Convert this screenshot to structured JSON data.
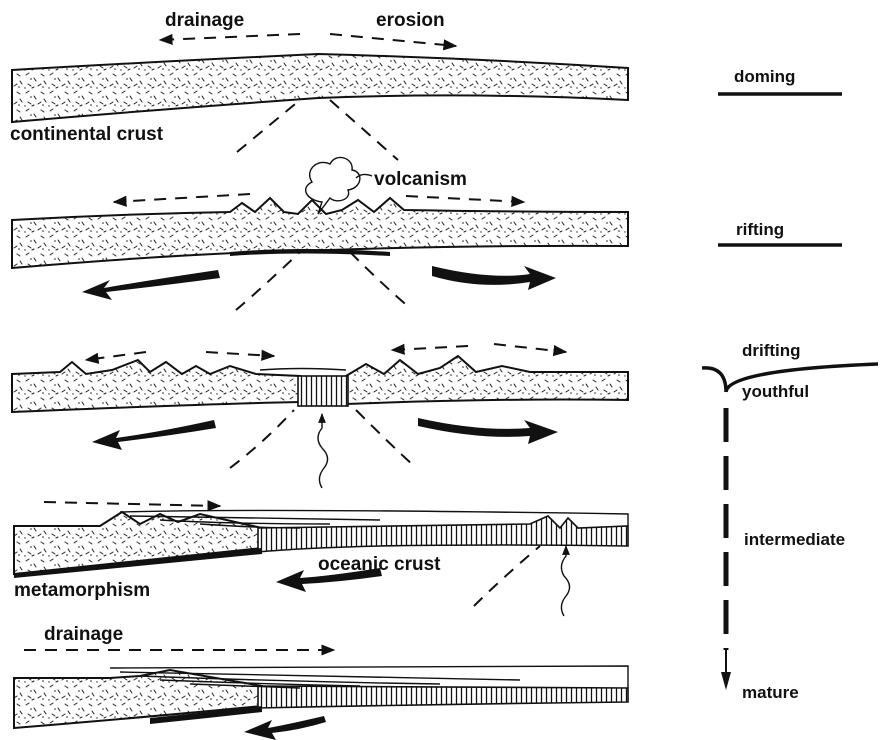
{
  "labels": {
    "drainage_top": "drainage",
    "erosion": "erosion",
    "continental_crust": "continental crust",
    "volcanism": "volcanism",
    "oceanic_crust": "oceanic crust",
    "metamorphism": "metamorphism",
    "drainage_bottom": "drainage"
  },
  "stages": {
    "doming": "doming",
    "rifting": "rifting",
    "drifting": "drifting",
    "youthful": "youthful",
    "intermediate": "intermediate",
    "mature": "mature"
  }
}
